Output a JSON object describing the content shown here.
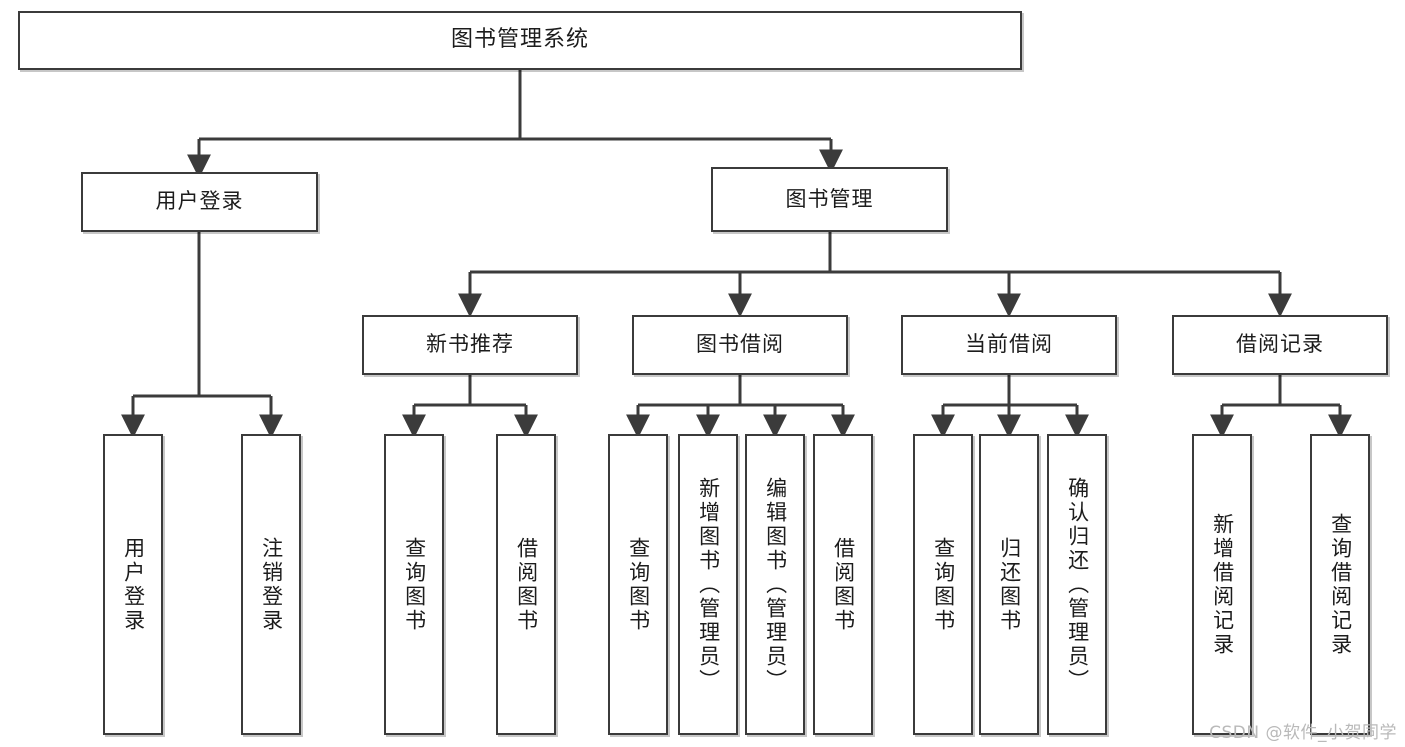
{
  "diagram": {
    "type": "tree",
    "title": "图书管理系统",
    "watermark": "CSDN @软件_小贺同学",
    "colors": {
      "box_border": "#3b3b3b",
      "box_fill": "#ffffff",
      "connector": "#3b3b3b",
      "text": "#1c1c1c",
      "watermark": "#b9b9b9"
    },
    "nodes": {
      "root": {
        "label": "图书管理系统"
      },
      "level2": [
        {
          "label": "用户登录"
        },
        {
          "label": "图书管理"
        }
      ],
      "level3": [
        {
          "label": "新书推荐"
        },
        {
          "label": "图书借阅"
        },
        {
          "label": "当前借阅"
        },
        {
          "label": "借阅记录"
        }
      ],
      "leaves_user_login": [
        {
          "label": "用户登录"
        },
        {
          "label": "注销登录"
        }
      ],
      "leaves_new_book": [
        {
          "label": "查询图书"
        },
        {
          "label": "借阅图书"
        }
      ],
      "leaves_borrow": [
        {
          "label": "查询图书"
        },
        {
          "label": "新增图书（管理员）"
        },
        {
          "label": "编辑图书（管理员）"
        },
        {
          "label": "借阅图书"
        }
      ],
      "leaves_current": [
        {
          "label": "查询图书"
        },
        {
          "label": "归还图书"
        },
        {
          "label": "确认归还（管理员）"
        }
      ],
      "leaves_records": [
        {
          "label": "新增借阅记录"
        },
        {
          "label": "查询借阅记录"
        }
      ]
    }
  }
}
